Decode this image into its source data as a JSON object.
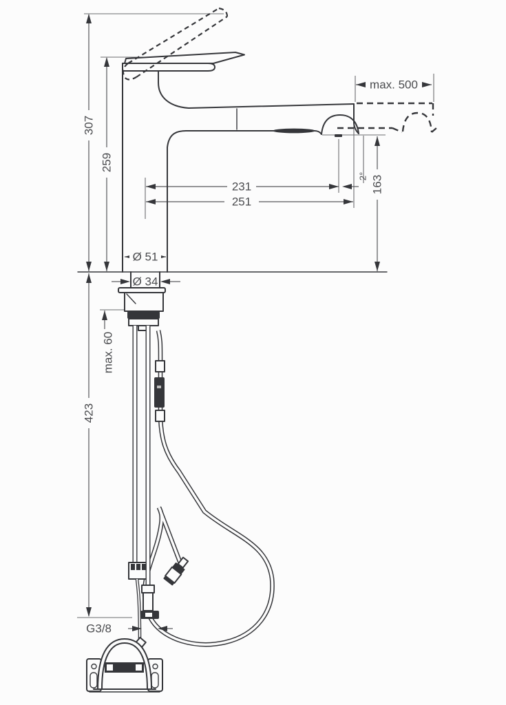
{
  "drawing": {
    "kind": "faucet-installation-dimension-drawing",
    "colors": {
      "background": "#fcfcfc",
      "line": "#35363a",
      "dimension_text": "#4b4c4f"
    }
  },
  "labels": {
    "total_height": "307",
    "height_to_spout": "259",
    "pullout_extension": "max. 500",
    "reach_to_outlet": "231",
    "reach_total": "251",
    "outlet_height": "163",
    "outlet_angle": "2°",
    "body_diameter": "Ø 51",
    "shank_diameter": "Ø 34",
    "max_counter_thickness": "max. 60",
    "hose_drop_length": "423",
    "thread_size": "G3/8"
  }
}
